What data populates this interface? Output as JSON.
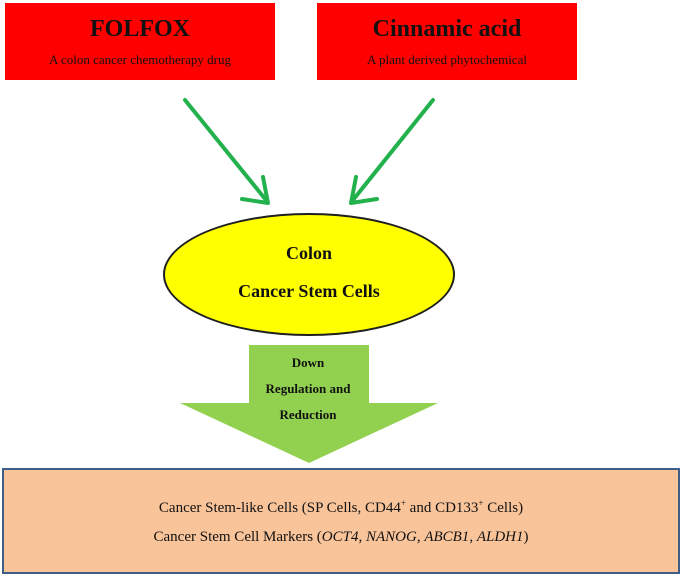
{
  "inputs": [
    {
      "title": "FOLFOX",
      "subtitle": "A colon cancer chemotherapy drug"
    },
    {
      "title": "Cinnamic acid",
      "subtitle": "A plant derived phytochemical"
    }
  ],
  "target": {
    "line1": "Colon",
    "line2": "Cancer Stem Cells"
  },
  "effect": {
    "line1": "Down",
    "line2": "Regulation and",
    "line3": "Reduction"
  },
  "outcome": {
    "line1": {
      "prefix": "Cancer Stem-like Cells (SP Cells, CD44",
      "sup1": "+",
      "middle": " and CD133",
      "sup2": "+",
      "suffix": " Cells)"
    },
    "line2": {
      "prefix": "Cancer Stem Cell Markers (",
      "m1": "OCT4",
      "s1": ", ",
      "m2": "NANOG",
      "s2": ", ",
      "m3": "ABCB1",
      "s3": ", ",
      "m4": "ALDH1",
      "suffix": ")"
    }
  },
  "colors": {
    "input_box": "#ff0000",
    "arrow": "#22b14c",
    "target_fill": "#ffff00",
    "down_arrow": "#92d050",
    "outcome_fill": "#f9c49a",
    "outcome_border": "#3d5e86"
  }
}
